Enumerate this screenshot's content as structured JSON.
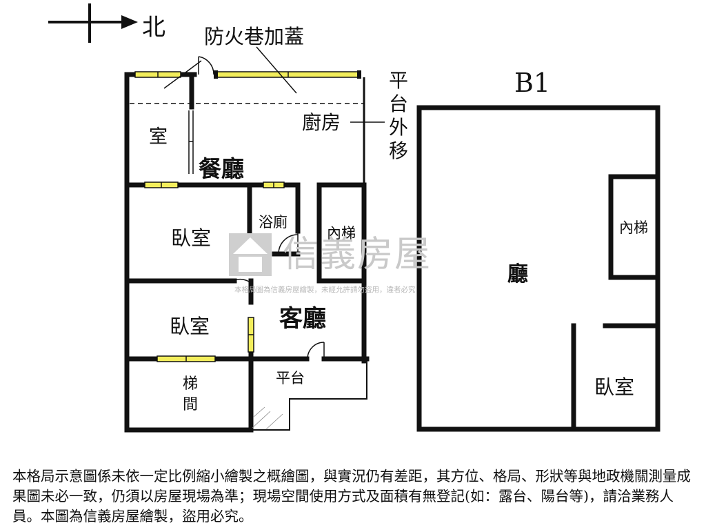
{
  "compass": {
    "label": "北"
  },
  "annotations": {
    "fire_lane": "防火巷加蓋",
    "platform_moved": "平台外移"
  },
  "floor_1": {
    "rooms": {
      "room_small": "室",
      "dining": "餐廳",
      "kitchen": "廚房",
      "bedroom_1": "臥室",
      "bath": "浴廁",
      "inner_stair": "內梯",
      "bedroom_2": "臥室",
      "living": "客廳",
      "stairwell": "梯間",
      "platform": "平台"
    }
  },
  "floor_b1": {
    "title": "B1",
    "rooms": {
      "hall": "廳",
      "inner_stair": "內梯",
      "bedroom": "臥室"
    }
  },
  "watermark": {
    "brand": "信義房屋",
    "note": "本格局圖為信義房屋繪製，未經允許請勿盜用，違者必究"
  },
  "disclaimer": "本格局示意圖係未依一定比例縮小繪製之概繪圖，與實況仍有差距，其方位、格局、形狀等與地政機關測量成果圖未必一致，仍須以房屋現場為準；現場空間使用方式及面積有無登記(如：露台、陽台等)，請洽業務人員。本圖為信義房屋繪製，盜用必究。",
  "colors": {
    "wall": "#111111",
    "window_fill": "#f3ee5c",
    "watermark": "#c9c9c9"
  }
}
